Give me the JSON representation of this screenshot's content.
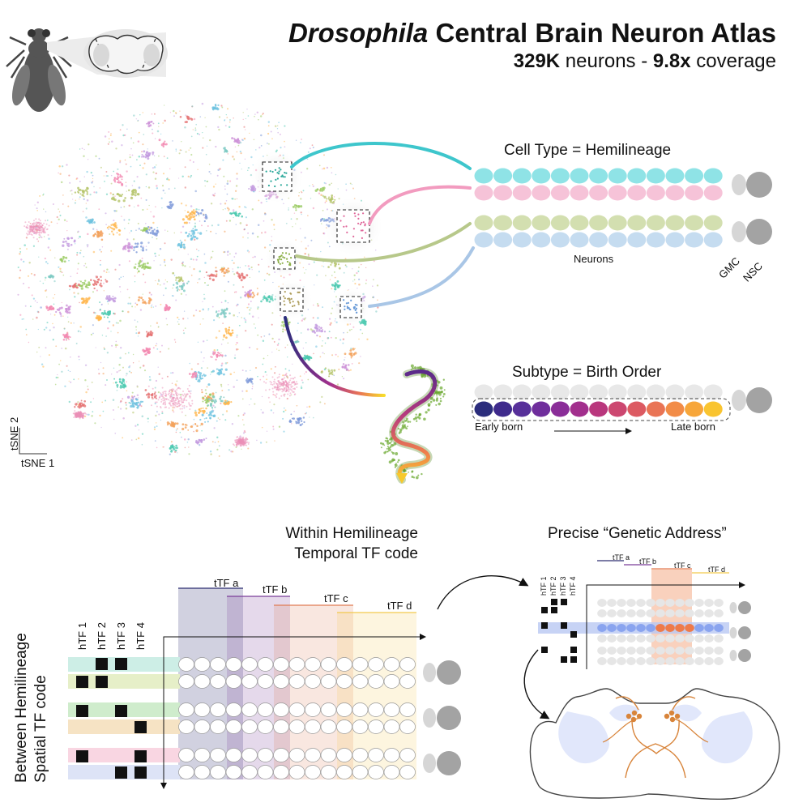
{
  "header": {
    "title_italic": "Drosophila",
    "title_rest": " Central Brain Neuron Atlas",
    "count_bold": "329K",
    "count_text": " neurons - ",
    "coverage_bold": "9.8x",
    "coverage_text": " coverage"
  },
  "tsne": {
    "axis_y": "tSNE 2",
    "axis_x": "tSNE 1"
  },
  "hemilineage_panel": {
    "title": "Cell Type = Hemilineage",
    "neurons_label": "Neurons",
    "gmc_label": "GMC",
    "nsc_label": "NSC",
    "row_colors": [
      "#8fe3e6",
      "#f6c3d8",
      "#d3dfb0",
      "#c5dcf0"
    ]
  },
  "birth_order_panel": {
    "title": "Subtype = Birth Order",
    "early_label": "Early born",
    "late_label": "Late born",
    "gradient_colors": [
      "#2b2d7c",
      "#3e2a8c",
      "#57309a",
      "#6f2e9c",
      "#8a2d98",
      "#a22f8d",
      "#b9377d",
      "#cc4770",
      "#dc5a62",
      "#e97455",
      "#f28c47",
      "#f7a63a",
      "#f9c430",
      "#f7dc2a"
    ]
  },
  "temporal_panel": {
    "title_line1": "Within Hemilineage",
    "title_line2": "Temporal TF code",
    "ttf_labels": [
      "tTF a",
      "tTF b",
      "tTF c",
      "tTF d"
    ],
    "ttf_colors": [
      "#2d2f72",
      "#7b3f99",
      "#e07b53",
      "#f2c94c"
    ],
    "htf_labels": [
      "hTF 1",
      "hTF 2",
      "hTF 3",
      "hTF 4"
    ],
    "spatial_label_line1": "Between Hemilineage",
    "spatial_label_line2": "Spatial TF code",
    "row_colors": [
      "#cdeee6",
      "#e6efc8",
      "#cfeccc",
      "#f6e3c4",
      "#f9d6e2",
      "#dde3f6"
    ]
  },
  "address_panel": {
    "title": "Precise “Genetic Address”",
    "ttf_labels": [
      "tTF a",
      "tTF b",
      "tTF c",
      "tTF d"
    ],
    "htf_labels": [
      "hTF 1",
      "hTF 2",
      "hTF 3",
      "hTF 4"
    ]
  }
}
